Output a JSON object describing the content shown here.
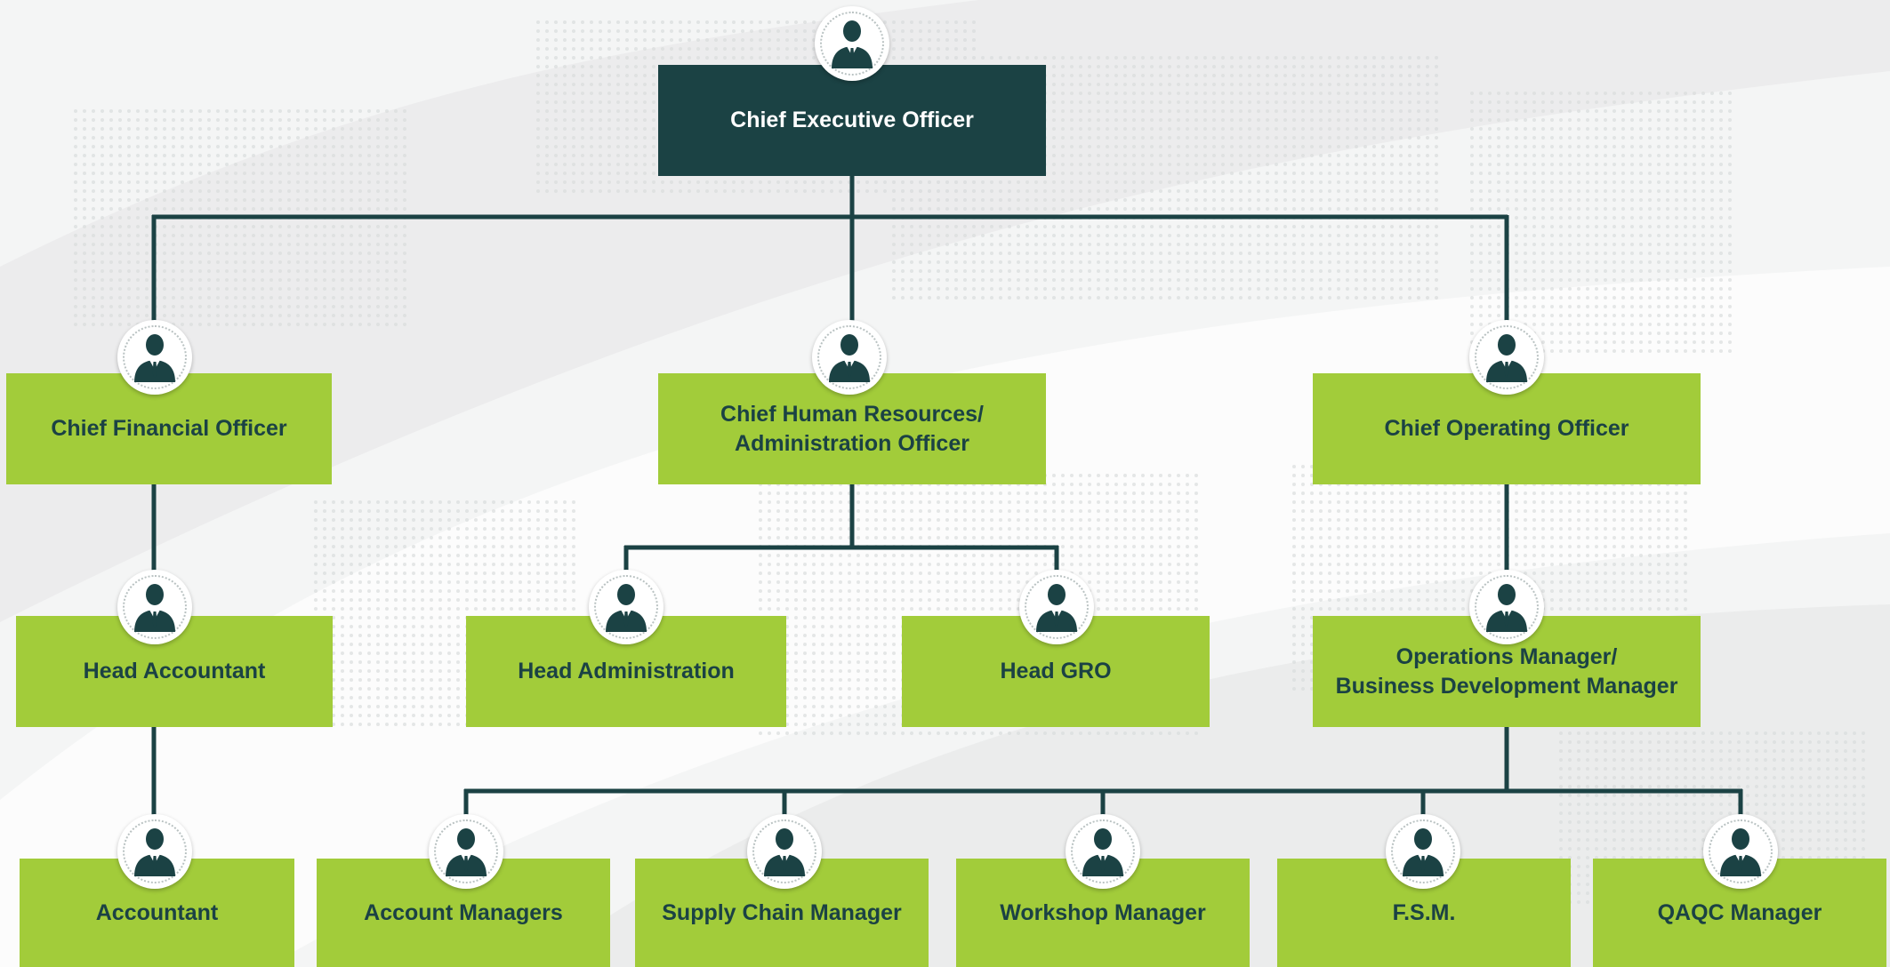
{
  "chart": {
    "ceo": "Chief Executive Officer",
    "cfo": "Chief Financial Officer",
    "chro": "Chief Human Resources/\nAdministration Officer",
    "coo": "Chief Operating Officer",
    "head_accountant": "Head Accountant",
    "head_administration": "Head Administration",
    "head_gro": "Head GRO",
    "ops_manager": "Operations Manager/\nBusiness Development Manager",
    "accountant": "Accountant",
    "account_managers": "Account Managers",
    "supply_chain_manager": "Supply Chain Manager",
    "workshop_manager": "Workshop Manager",
    "fsm": "F.S.M.",
    "qaqc_manager": "QAQC Manager"
  },
  "colors": {
    "dark": "#1b4244",
    "green": "#a2cc3a",
    "background": "#f3f4f4"
  },
  "icons": {
    "person": "person-suit-icon"
  }
}
